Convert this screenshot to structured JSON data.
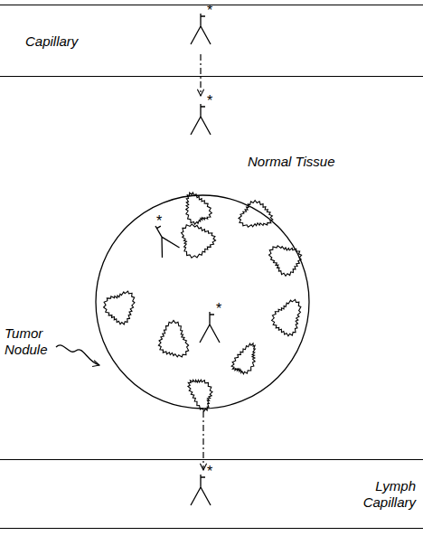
{
  "diagram": {
    "nodes": [
      {
        "text": [
          "Capillary"
        ]
      },
      {
        "text": [
          "Tumor Nodule"
        ]
      },
      {
        "text": [
          "Lymph Capillary"
        ]
      }
    ],
    "edges": [
      {
        "from": 1,
        "to": 2,
        "arrow": "to"
      }
    ],
    "labels": [
      "*",
      "*",
      "Normal Tissue",
      "*",
      "*",
      "*"
    ]
  }
}
